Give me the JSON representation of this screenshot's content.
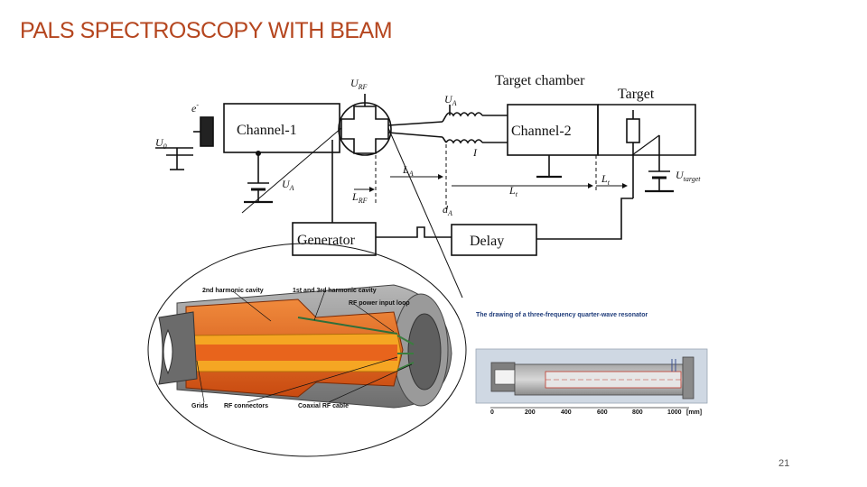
{
  "slide": {
    "title": "PALS SPECTROSCOPY WITH BEAM",
    "page_number": "21"
  },
  "schematic": {
    "channel1": "Channel-1",
    "channel2": "Channel-2",
    "generator": "Generator",
    "delay": "Delay",
    "target_chamber": "Target chamber",
    "target": "Target",
    "electron": "e",
    "electron_sup": "-",
    "u0": "U",
    "u0_sub": "0",
    "ua_left": "U",
    "ua_left_sub": "A",
    "urf": "U",
    "urf_sub": "RF",
    "ua_top": "U",
    "ua_top_sub": "A",
    "current_i": "I",
    "la": "L",
    "la_sub": "A",
    "lrf": "L",
    "lrf_sub": "RF",
    "lt": "L",
    "lt_sub": "t",
    "lt2": "L",
    "lt2_sub": "t",
    "da": "d",
    "da_sub": "A",
    "utarget": "U",
    "utarget_sub": "target"
  },
  "cavity_drawing": {
    "label_2nd": "2nd harmonic cavity",
    "label_1st3rd": "1st and 3rd harmonic cavity",
    "label_rf_loop": "RF power input loop",
    "label_grids": "Grids",
    "label_rf_connectors": "RF connectors",
    "label_coax": "Coaxial RF cable"
  },
  "resonator": {
    "caption": "The drawing of a three-frequency quarter-wave resonator",
    "axis_ticks": [
      "0",
      "200",
      "400",
      "600",
      "800",
      "1000"
    ],
    "axis_unit": "[mm]"
  },
  "colors": {
    "title": "#b5461f",
    "cavity_orange": "#e8641c",
    "cavity_yellow": "#f5a623",
    "cavity_gray": "#8e8e8e",
    "resonator_bg": "#cfd8e3"
  }
}
